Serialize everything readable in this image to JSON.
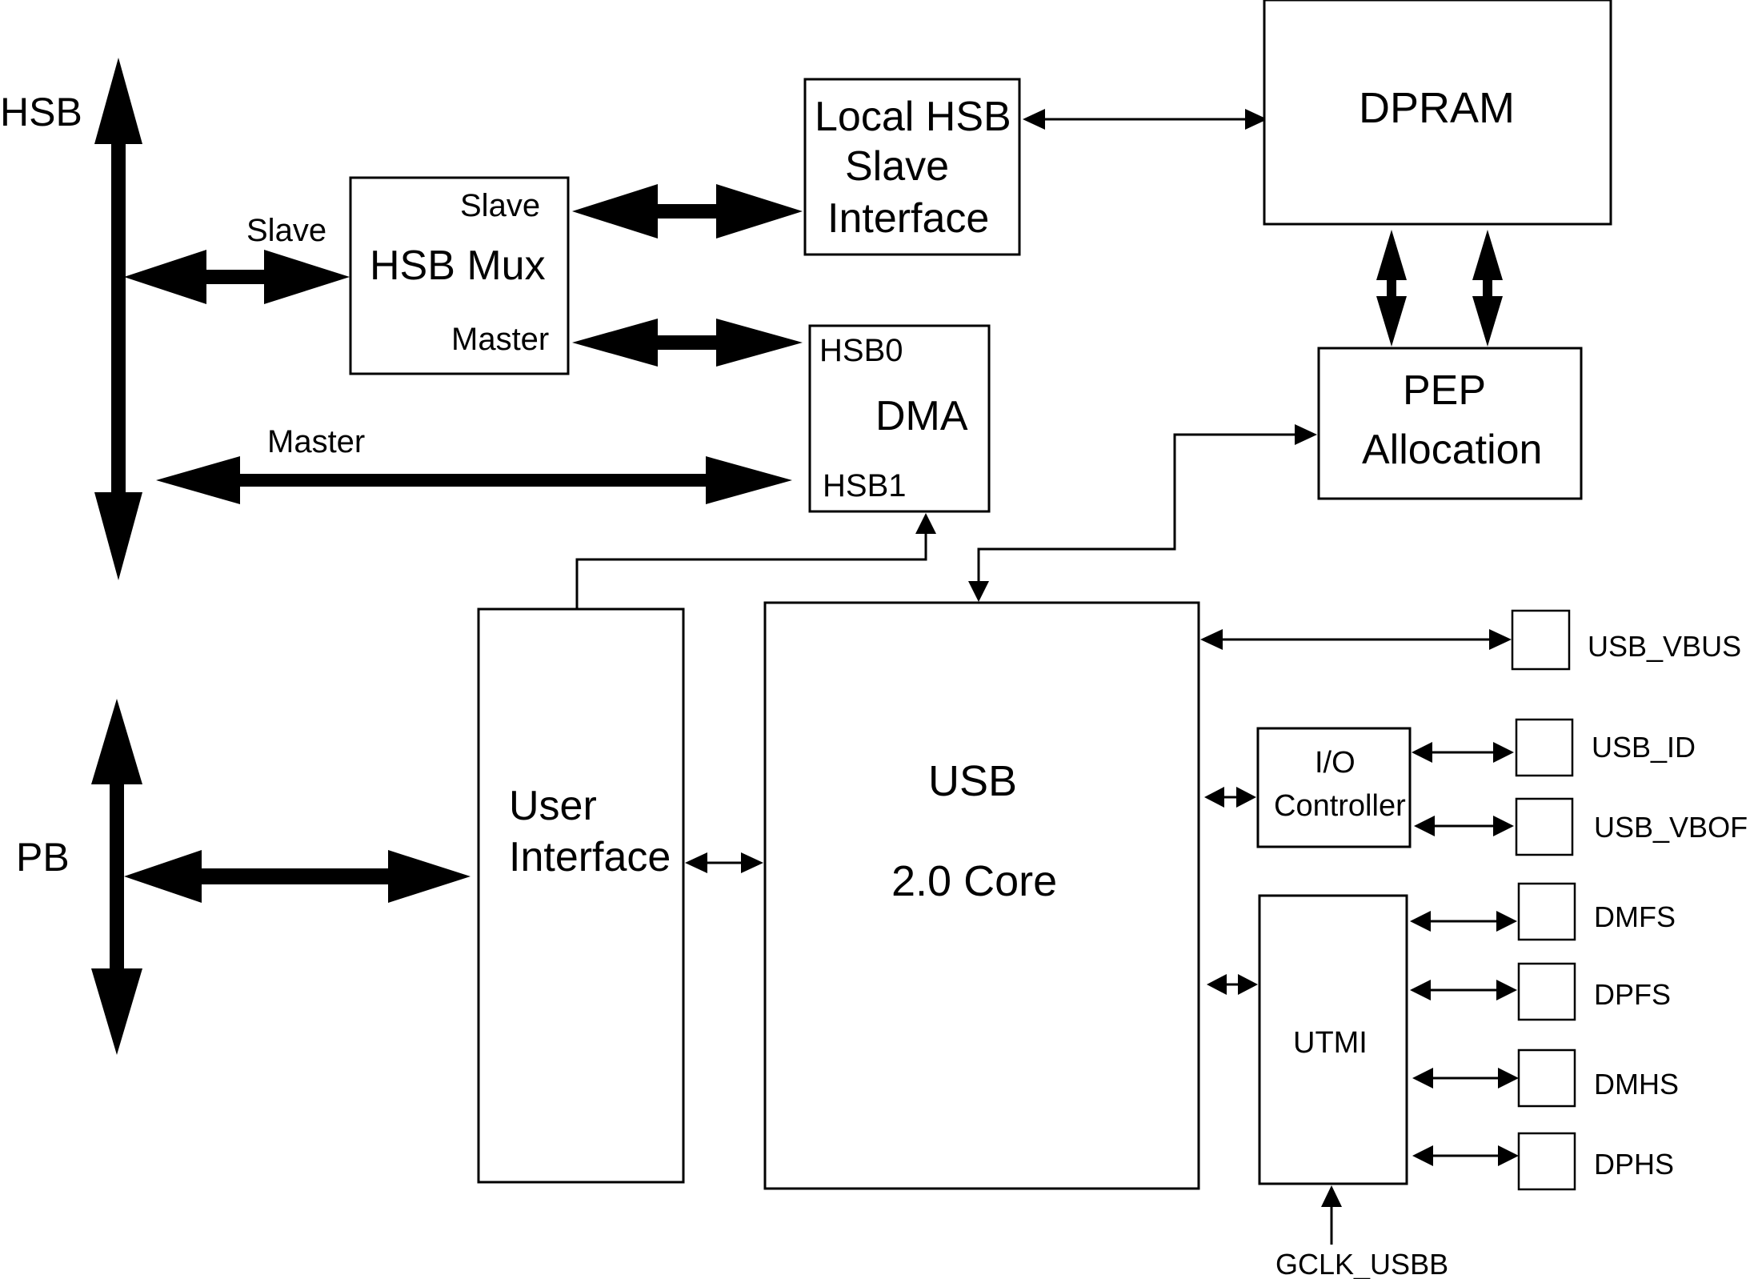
{
  "bus": {
    "hsb": "HSB",
    "pb": "PB",
    "slave_label": "Slave",
    "master_label": "Master"
  },
  "hsb_mux": {
    "title": "HSB Mux",
    "slave": "Slave",
    "master": "Master"
  },
  "local_hsb": {
    "line1": "Local HSB",
    "line2": "Slave",
    "line3": "Interface"
  },
  "dpram": {
    "title": "DPRAM"
  },
  "dma": {
    "title": "DMA",
    "hsb0": "HSB0",
    "hsb1": "HSB1"
  },
  "pep": {
    "line1": "PEP",
    "line2": "Allocation"
  },
  "user_interface": {
    "line1": "User",
    "line2": "Interface"
  },
  "usb_core": {
    "line1": "USB",
    "line2": "2.0 Core"
  },
  "io_controller": {
    "line1": "I/O",
    "line2": "Controller"
  },
  "utmi": {
    "title": "UTMI"
  },
  "pins": {
    "usb_vbus": "USB_VBUS",
    "usb_id": "USB_ID",
    "usb_vbof": "USB_VBOF",
    "dmfs": "DMFS",
    "dpfs": "DPFS",
    "dmhs": "DMHS",
    "dphs": "DPHS"
  },
  "clock": {
    "gclk": "GCLK_USBB"
  }
}
